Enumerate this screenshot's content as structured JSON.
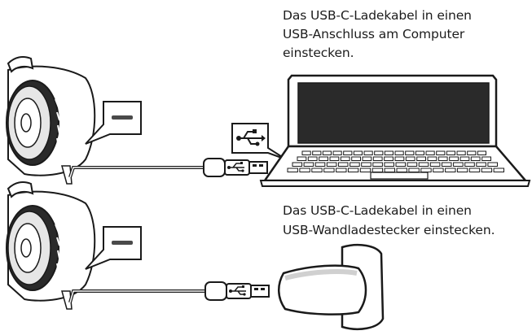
{
  "instructions": {
    "computer": {
      "lines": [
        "Das USB-C-Ladekabel in einen",
        "USB-Anschluss am Computer",
        "einstecken."
      ]
    },
    "wall": {
      "lines": [
        "Das USB-C-Ladekabel in einen",
        "USB-Wandladestecker einstecken."
      ]
    }
  },
  "icons": {
    "usb_symbol": "usb-icon",
    "headset": "headset-icon",
    "laptop": "laptop-icon",
    "wall_adapter": "wall-charger-icon",
    "led_indicator": "led-indicator-icon",
    "usb_a_plug": "usb-a-plug-icon"
  },
  "colors": {
    "line": "#1a1a1a",
    "fill": "#ffffff",
    "shade": "#d9d9d9"
  }
}
